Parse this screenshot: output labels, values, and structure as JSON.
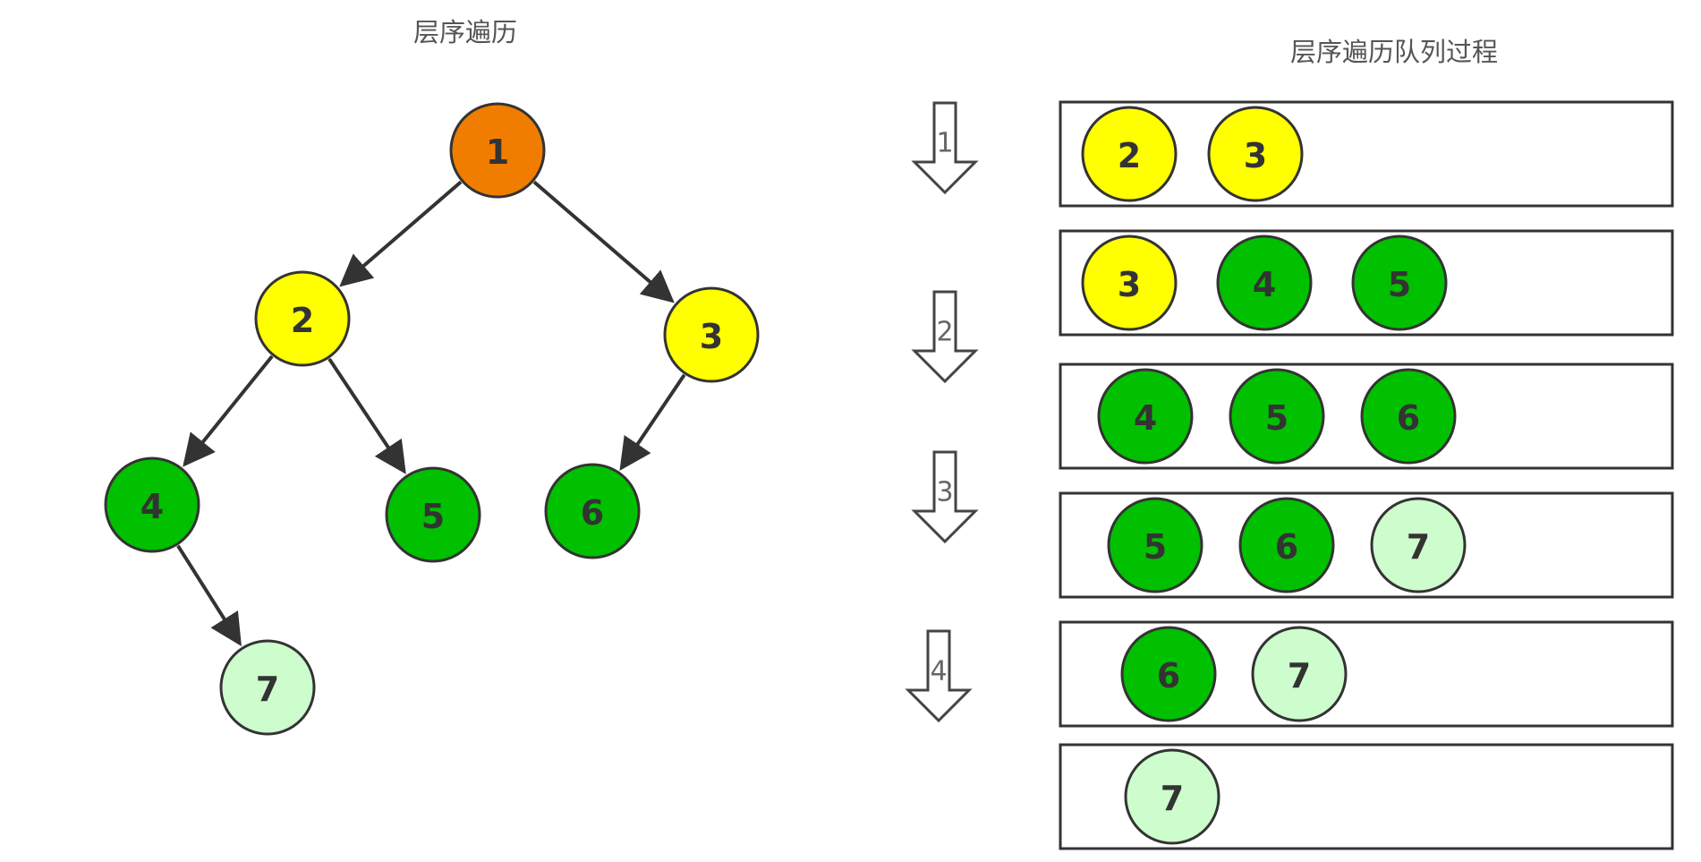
{
  "left_title": "层序遍历",
  "right_title": "层序遍历队列过程",
  "colors": {
    "root": "#f07d00",
    "level_visited": "#ffff00",
    "in_queue": "#00c000",
    "leaf_new": "#cdfccd",
    "stroke": "#333333",
    "edge": "#333333"
  },
  "tree": {
    "nodes": [
      {
        "id": "1",
        "label": "1",
        "color": "root"
      },
      {
        "id": "2",
        "label": "2",
        "color": "level_visited"
      },
      {
        "id": "3",
        "label": "3",
        "color": "level_visited"
      },
      {
        "id": "4",
        "label": "4",
        "color": "in_queue"
      },
      {
        "id": "5",
        "label": "5",
        "color": "in_queue"
      },
      {
        "id": "6",
        "label": "6",
        "color": "in_queue"
      },
      {
        "id": "7",
        "label": "7",
        "color": "leaf_new"
      }
    ],
    "edges": [
      {
        "from": "1",
        "to": "2"
      },
      {
        "from": "1",
        "to": "3"
      },
      {
        "from": "2",
        "to": "4"
      },
      {
        "from": "2",
        "to": "5"
      },
      {
        "from": "3",
        "to": "6"
      },
      {
        "from": "4",
        "to": "7"
      }
    ]
  },
  "queue_rows": [
    [
      {
        "label": "2",
        "color": "level_visited"
      },
      {
        "label": "3",
        "color": "level_visited"
      }
    ],
    [
      {
        "label": "3",
        "color": "level_visited"
      },
      {
        "label": "4",
        "color": "in_queue"
      },
      {
        "label": "5",
        "color": "in_queue"
      }
    ],
    [
      {
        "label": "4",
        "color": "in_queue"
      },
      {
        "label": "5",
        "color": "in_queue"
      },
      {
        "label": "6",
        "color": "in_queue"
      }
    ],
    [
      {
        "label": "5",
        "color": "in_queue"
      },
      {
        "label": "6",
        "color": "in_queue"
      },
      {
        "label": "7",
        "color": "leaf_new"
      }
    ],
    [
      {
        "label": "6",
        "color": "in_queue"
      },
      {
        "label": "7",
        "color": "leaf_new"
      }
    ],
    [
      {
        "label": "7",
        "color": "leaf_new"
      }
    ]
  ],
  "steps": [
    "1",
    "2",
    "3",
    "4"
  ]
}
